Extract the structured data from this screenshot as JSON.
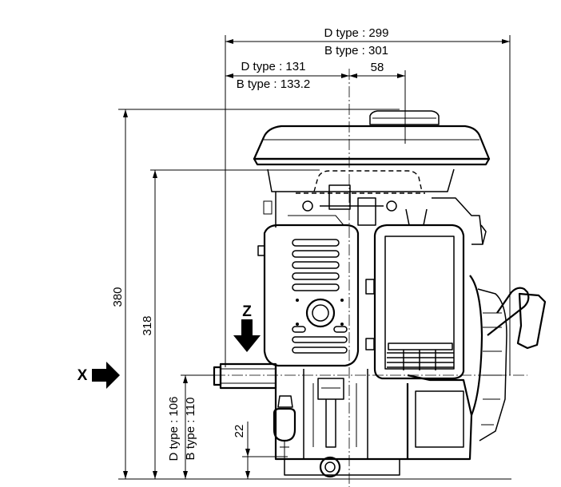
{
  "dimensions": {
    "overall_width_d": "D type : 299",
    "overall_width_b": "B type : 301",
    "offset_d": "D type : 131",
    "offset_b": "B type : 133.2",
    "cap_offset": "58",
    "overall_height": "380",
    "tank_height": "318",
    "shaft_height_d": "D type : 106",
    "shaft_height_b": "B type : 110",
    "base_height": "22"
  },
  "views": {
    "z_label": "Z",
    "x_label": "X"
  }
}
